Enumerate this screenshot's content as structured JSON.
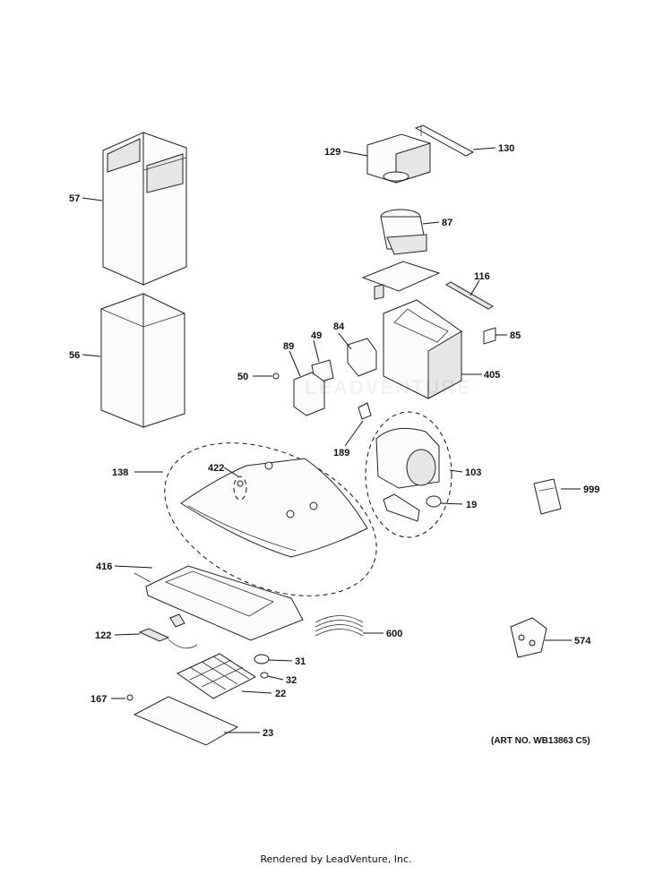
{
  "diagram": {
    "callouts": [
      {
        "id": "57",
        "label": "57"
      },
      {
        "id": "56",
        "label": "56"
      },
      {
        "id": "129",
        "label": "129"
      },
      {
        "id": "130",
        "label": "130"
      },
      {
        "id": "87",
        "label": "87"
      },
      {
        "id": "116",
        "label": "116"
      },
      {
        "id": "84",
        "label": "84"
      },
      {
        "id": "49",
        "label": "49"
      },
      {
        "id": "89",
        "label": "89"
      },
      {
        "id": "85",
        "label": "85"
      },
      {
        "id": "50",
        "label": "50"
      },
      {
        "id": "405",
        "label": "405"
      },
      {
        "id": "189",
        "label": "189"
      },
      {
        "id": "138",
        "label": "138"
      },
      {
        "id": "422",
        "label": "422"
      },
      {
        "id": "103",
        "label": "103"
      },
      {
        "id": "999",
        "label": "999"
      },
      {
        "id": "19",
        "label": "19"
      },
      {
        "id": "416",
        "label": "416"
      },
      {
        "id": "600",
        "label": "600"
      },
      {
        "id": "574",
        "label": "574"
      },
      {
        "id": "122",
        "label": "122"
      },
      {
        "id": "31",
        "label": "31"
      },
      {
        "id": "32",
        "label": "32"
      },
      {
        "id": "167",
        "label": "167"
      },
      {
        "id": "22",
        "label": "22"
      },
      {
        "id": "23",
        "label": "23"
      }
    ],
    "art_number": "(ART NO. WB13863 C5)",
    "watermark": "LEADVENTURE",
    "footer": "Rendered by LeadVenture, Inc."
  }
}
